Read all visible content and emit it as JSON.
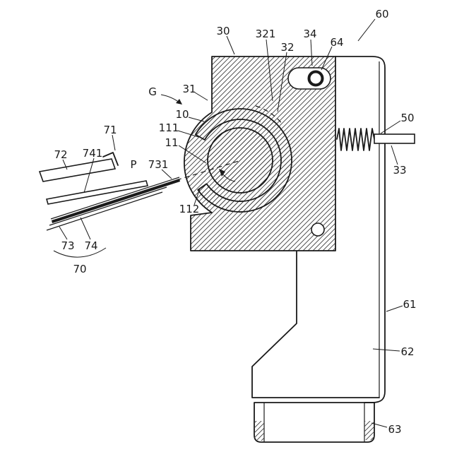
{
  "labels": {
    "l60": "60",
    "l30": "30",
    "l321": "321",
    "l32": "32",
    "l34": "34",
    "l64": "64",
    "lG": "G",
    "l31": "31",
    "l10": "10",
    "l111": "111",
    "l11": "11",
    "l71": "71",
    "l72": "72",
    "l741": "741",
    "lP": "P",
    "l731": "731",
    "l112": "112",
    "l50": "50",
    "l33": "33",
    "l73": "73",
    "l74": "74",
    "l70": "70",
    "l61": "61",
    "l62": "62",
    "l63": "63"
  },
  "colors": {
    "line": "#1a1a1a",
    "hatch": "#3f3f3f",
    "background": "#ffffff",
    "sheet_fill": "#1a1a1a"
  }
}
